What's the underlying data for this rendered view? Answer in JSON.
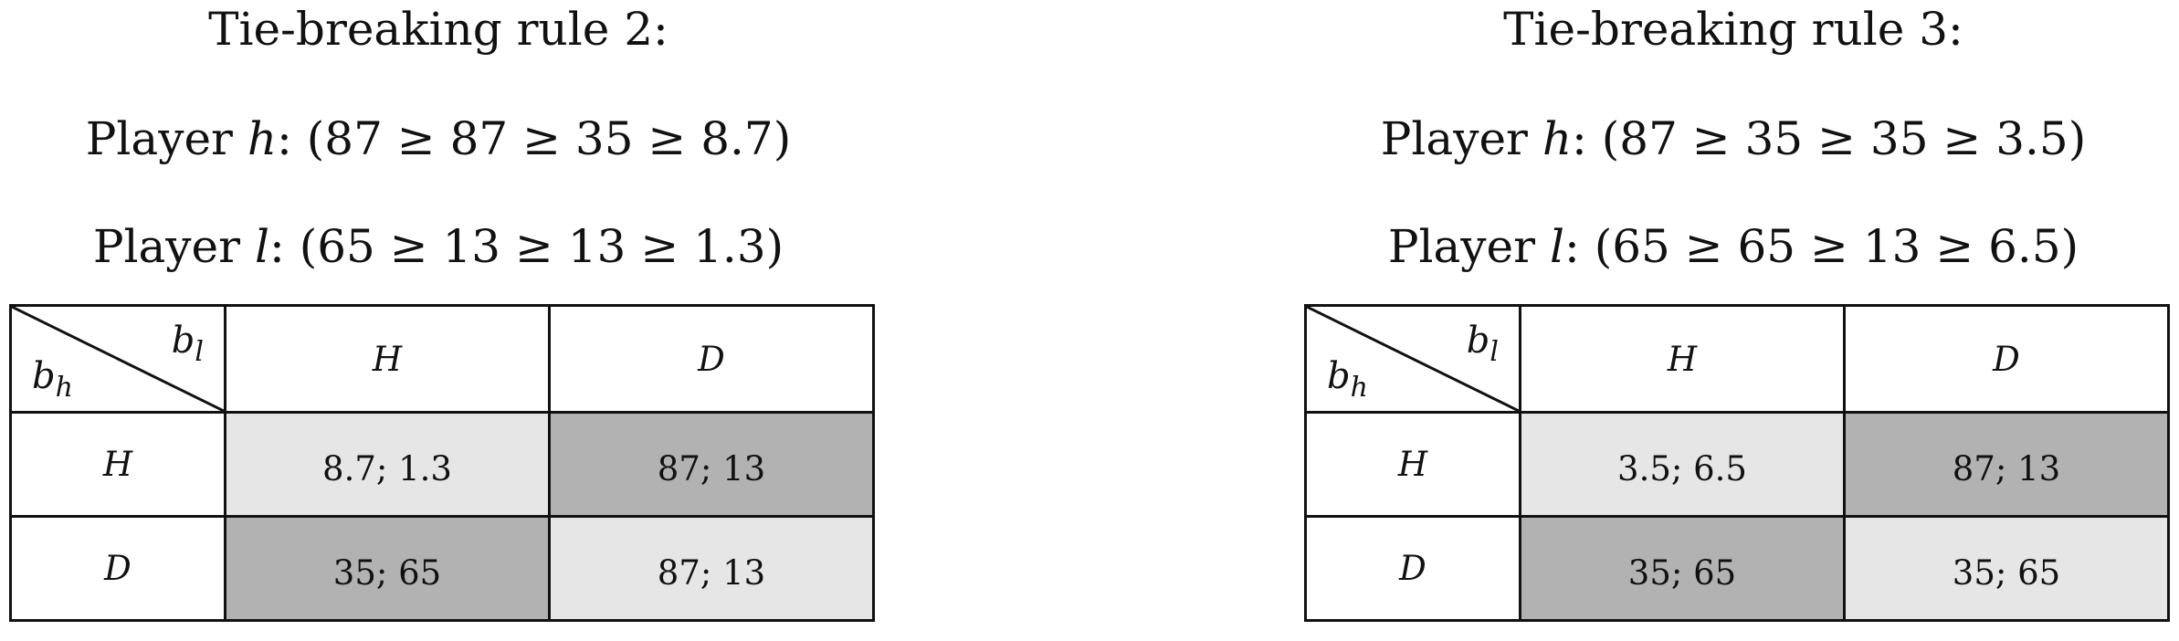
{
  "panels": [
    {
      "title": "Tie-breaking rule 2:",
      "player_h": {
        "prefix": "Player ",
        "var": "h",
        "values": "(87 ≥ 87 ≥ 35 ≥ 8.7)"
      },
      "player_l": {
        "prefix": "Player ",
        "var": "l",
        "values": "(65 ≥ 13 ≥ 13 ≥ 1.3)"
      },
      "matrix": {
        "col_var": "b",
        "col_sub": "l",
        "row_var": "b",
        "row_sub": "h",
        "columns": [
          "H",
          "D"
        ],
        "rows": [
          {
            "label": "H",
            "cells": [
              {
                "value": "8.7; 1.3",
                "shade": "light"
              },
              {
                "value": "87; 13",
                "shade": "dark"
              }
            ]
          },
          {
            "label": "D",
            "cells": [
              {
                "value": "35; 65",
                "shade": "dark"
              },
              {
                "value": "87; 13",
                "shade": "light"
              }
            ]
          }
        ]
      }
    },
    {
      "title": "Tie-breaking rule 3:",
      "player_h": {
        "prefix": "Player ",
        "var": "h",
        "values": "(87 ≥ 35 ≥ 35 ≥ 3.5)"
      },
      "player_l": {
        "prefix": "Player ",
        "var": "l",
        "values": "(65 ≥ 65 ≥ 13 ≥ 6.5)"
      },
      "matrix": {
        "col_var": "b",
        "col_sub": "l",
        "row_var": "b",
        "row_sub": "h",
        "columns": [
          "H",
          "D"
        ],
        "rows": [
          {
            "label": "H",
            "cells": [
              {
                "value": "3.5; 6.5",
                "shade": "light"
              },
              {
                "value": "87; 13",
                "shade": "dark"
              }
            ]
          },
          {
            "label": "D",
            "cells": [
              {
                "value": "35; 65",
                "shade": "dark"
              },
              {
                "value": "35; 65",
                "shade": "light"
              }
            ]
          }
        ]
      }
    }
  ],
  "colors": {
    "light_cell": "#e6e6e6",
    "dark_cell": "#b2b2b2",
    "border": "#111111"
  }
}
